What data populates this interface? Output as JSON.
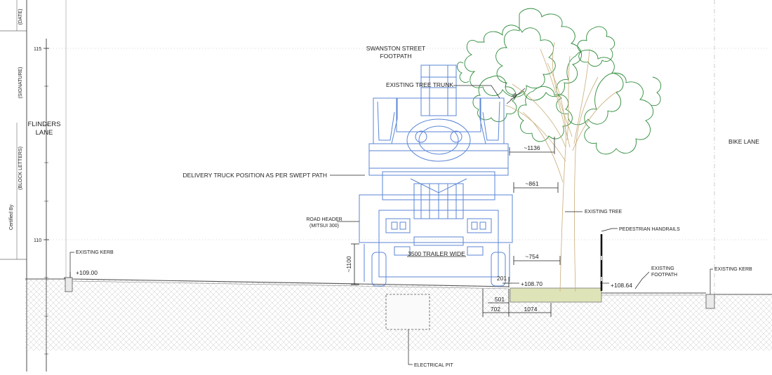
{
  "sidebar": {
    "date_label": "(DATE)",
    "signature_label": "(SIGNATURE)",
    "block_letters_label": "(BLOCK LETTERS)",
    "certified_label": "Certified By"
  },
  "levels": {
    "upper": "115",
    "lower": "110"
  },
  "labels": {
    "street_line1": "SWANSTON STREET",
    "street_line2": "FOOTPATH",
    "lane_line1": "FLINDERS",
    "lane_line2": "LANE",
    "bike_lane": "BIKE LANE",
    "tree_trunk": "EXISTING TREE TRUNK",
    "delivery_truck": "DELIVERY TRUCK POSITION AS PER SWEPT PATH",
    "road_header_line1": "ROAD HEADER",
    "road_header_line2": "(MITSUI 300)",
    "existing_tree": "EXISTING TREE",
    "pedestrian_handrails": "PEDESTRIAN HANDRAILS",
    "existing_kerb_left": "EXISTING KERB",
    "existing_kerb_right": "EXISTING KERB",
    "existing_footpath_line1": "EXISTING",
    "existing_footpath_line2": "FOOTPATH",
    "electrical_pit": "ELECTRICAL PIT",
    "trailer_wide": "3500 TRAILER WIDE"
  },
  "spot_levels": {
    "left_kerb": "+109.00",
    "tree_base": "+108.70",
    "handrail_base": "+108.64"
  },
  "dimensions": {
    "d_1136": "~1136",
    "d_861": "~861",
    "d_754": "~754",
    "d_1100": "~1100",
    "d_201": "201",
    "d_501": "501",
    "d_702": "702",
    "d_1074": "1074",
    "d_30": "~30"
  },
  "colors": {
    "truck": "#5b86d6",
    "tree": "#2e8b3a",
    "trunk": "#c9ad7a",
    "footing": "#dfe4b8",
    "ground_hatch": "#bdbdbd"
  }
}
